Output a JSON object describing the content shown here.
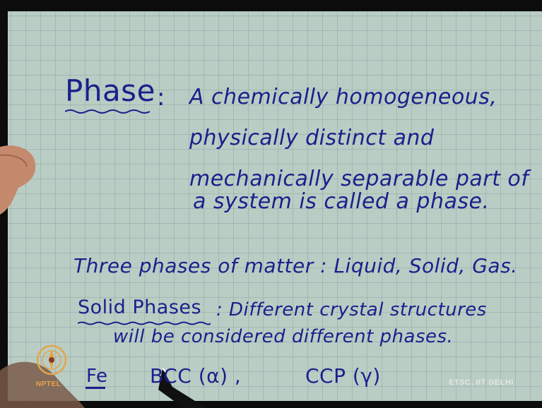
{
  "slide": {
    "phase_title": "Phase",
    "phase_colon": ":",
    "definition_lines": [
      "A chemically homogeneous,",
      "physically distinct and",
      "mechanically separable part of",
      "a system is called a phase."
    ],
    "three_phases": "Three phases of matter : Liquid, Solid, Gas.",
    "solid_phases_title": "Solid Phases",
    "solid_phases_text": ": Different crystal structures",
    "solid_phases_text2": "will be considered different phases.",
    "fe_label": "Fe",
    "bcc_label": "BCC (α) ,",
    "ccp_label": "CCP (γ)"
  },
  "watermark": "ETSC, IIT DELHI",
  "logo": {
    "text": "NPTEL",
    "icon": "nptel-logo-icon"
  },
  "colors": {
    "ink": "#1b1f8c",
    "paper": "#b9cdc4",
    "logo": "#e4a548"
  }
}
